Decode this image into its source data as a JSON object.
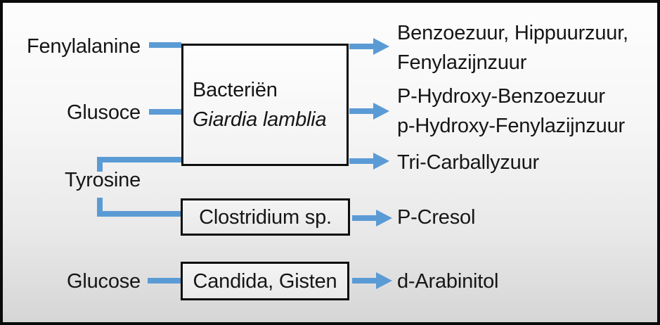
{
  "diagram": {
    "substrates": {
      "fenylalanine": "Fenylalanine",
      "glusoce": "Glusoce",
      "tyrosine": "Tyrosine",
      "glucose": "Glucose"
    },
    "organisms": {
      "giardia": {
        "line1": "Bacteriën",
        "line2": "Giardia lamblia"
      },
      "clostridium": "Clostridium sp.",
      "candida": "Candida, Gisten"
    },
    "products": {
      "giardia_row1_line1": "Benzoezuur, Hippuurzuur,",
      "giardia_row1_line2": "Fenylazijnzuur",
      "giardia_row2_line1": "P-Hydroxy-Benzoezuur",
      "giardia_row2_line2": "p-Hydroxy-Fenylazijnzuur",
      "giardia_row3": "Tri-Carballyzuur",
      "clostridium_row": "P-Cresol",
      "candida_row": "d-Arabinitol"
    },
    "colors": {
      "connector_blue": "#5B9BD5",
      "frame_black": "#0b0b0b",
      "text": "#161616"
    }
  }
}
